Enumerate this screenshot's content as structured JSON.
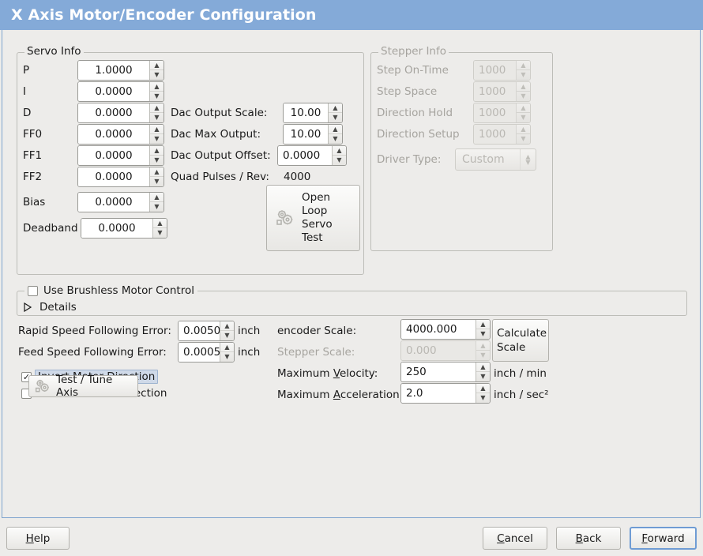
{
  "window": {
    "title": "X Axis Motor/Encoder Configuration"
  },
  "servo_info": {
    "legend": "Servo Info",
    "rows": [
      {
        "label": "P",
        "value": "1.0000"
      },
      {
        "label": "I",
        "value": "0.0000"
      },
      {
        "label": "D",
        "value": "0.0000"
      },
      {
        "label": "FF0",
        "value": "0.0000"
      },
      {
        "label": "FF1",
        "value": "0.0000"
      },
      {
        "label": "FF2",
        "value": "0.0000"
      },
      {
        "label": "Bias",
        "value": "0.0000"
      },
      {
        "label": "Deadband",
        "value": "0.0000"
      }
    ],
    "dac": [
      {
        "label": "Dac Output Scale:",
        "value": "10.00"
      },
      {
        "label": "Dac Max Output:",
        "value": "10.00"
      },
      {
        "label": "Dac Output Offset:",
        "value": "0.0000"
      }
    ],
    "quad_pulses_label": "Quad Pulses / Rev:",
    "quad_pulses_value": "4000",
    "open_loop_button": "Open\nLoop\nServo\nTest",
    "open_loop_lines": [
      "Open",
      "Loop",
      "Servo",
      "Test"
    ],
    "open_loop_icon": "gears-icon"
  },
  "stepper_info": {
    "legend": "Stepper Info",
    "disabled": true,
    "rows": [
      {
        "label": "Step On-Time",
        "value": "1000"
      },
      {
        "label": "Step Space",
        "value": "1000"
      },
      {
        "label": "Direction Hold",
        "value": "1000"
      },
      {
        "label": "Direction Setup",
        "value": "1000"
      }
    ],
    "driver_type_label": "Driver Type:",
    "driver_type_value": "Custom"
  },
  "brushless": {
    "checkbox_label": "Use Brushless Motor Control",
    "checked": false,
    "details_label": "Details",
    "details_expanded": false
  },
  "following_error": {
    "rapid_label": "Rapid Speed Following Error:",
    "rapid_value": "0.0050",
    "rapid_unit": "inch",
    "feed_label": "Feed Speed Following Error:",
    "feed_value": "0.0005",
    "feed_unit": "inch"
  },
  "invert": {
    "motor_label": "Invert Motor Direction",
    "motor_checked": true,
    "motor_focused": true,
    "encoder_label": "Invert Encoder Direction",
    "encoder_checked": false
  },
  "test_tune": {
    "label": "Test / Tune Axis",
    "icon": "gears-icon"
  },
  "scales": {
    "encoder_label": "encoder Scale:",
    "encoder_value": "4000.000",
    "stepper_label": "Stepper Scale:",
    "stepper_value": "0.000",
    "stepper_disabled": true,
    "calculate_button_lines": [
      "Calculate",
      "Scale"
    ],
    "max_velocity_label_pre": "Maximum ",
    "max_velocity_label_mn": "V",
    "max_velocity_label_post": "elocity:",
    "max_velocity_value": "250",
    "max_velocity_unit": "inch / min",
    "max_accel_label_pre": "Maximum ",
    "max_accel_label_mn": "A",
    "max_accel_label_post": "cceleration:",
    "max_accel_value": "2.0",
    "max_accel_unit": "inch / sec²"
  },
  "footer": {
    "help_mn": "H",
    "help_rest": "elp",
    "cancel_mn": "C",
    "cancel_rest": "ancel",
    "back_mn": "B",
    "back_rest": "ack",
    "forward_mn": "F",
    "forward_rest": "orward"
  },
  "colors": {
    "titlebar": "#84aad8",
    "background": "#edecea",
    "focus_border": "#6f9cd4",
    "highlight_label": "#cfd9e8"
  }
}
